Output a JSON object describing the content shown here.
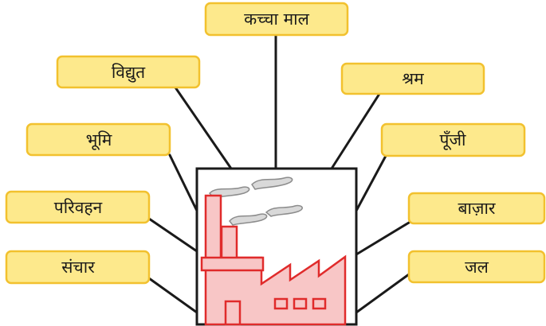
{
  "colors": {
    "label_fill": "#fde98c",
    "label_stroke": "#f2c12e",
    "connector": "#1a1a1a",
    "factory_fill": "#f8c6c6",
    "factory_stroke": "#e02b2b",
    "smoke_fill": "#d9d9d9",
    "smoke_stroke": "#8c8c8c",
    "frame": "#1a1a1a"
  },
  "labels": {
    "raw_material": "कच्चा माल",
    "electricity": "विद्युत",
    "labour": "श्रम",
    "land": "भूमि",
    "capital": "पूँजी",
    "transport": "परिवहन",
    "market": "बाज़ार",
    "communication": "संचार",
    "water": "जल"
  },
  "center": {
    "icon": "factory-icon"
  }
}
